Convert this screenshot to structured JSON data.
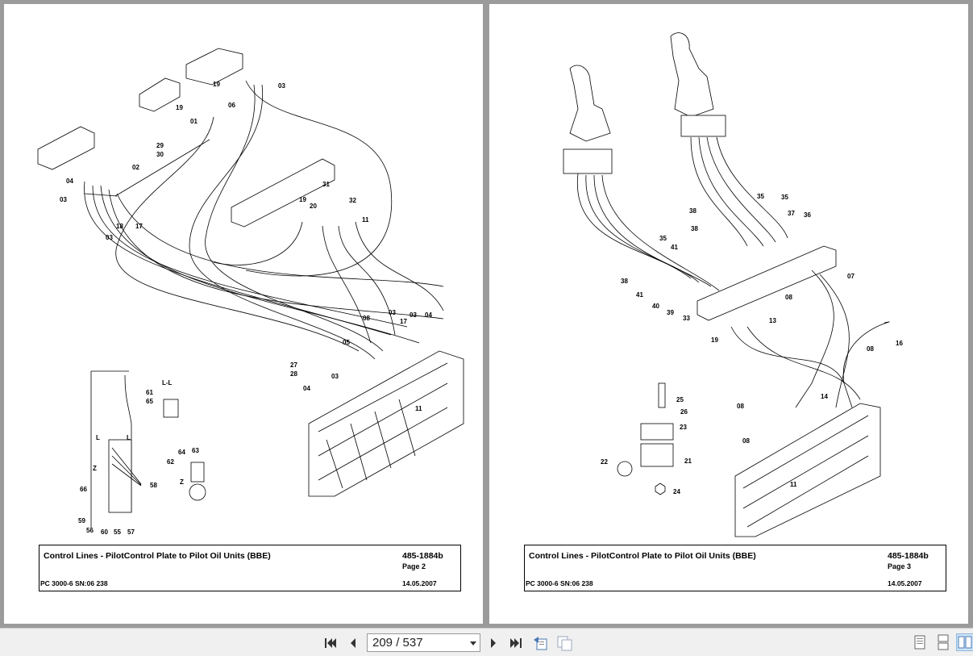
{
  "pages": [
    {
      "title": "Control Lines - PilotControl Plate to Pilot Oil Units (BBE)",
      "code": "485-1884b",
      "page_label": "Page 2",
      "machine": "PC 3000-6 SN:06 238",
      "date": "14.05.2007",
      "callouts": [
        "19",
        "03",
        "06",
        "19",
        "01",
        "29",
        "30",
        "02",
        "04",
        "03",
        "18",
        "17",
        "03",
        "31",
        "19",
        "20",
        "32",
        "11",
        "08",
        "03",
        "03",
        "17",
        "04",
        "05",
        "27",
        "28",
        "03",
        "04",
        "11",
        "L-L",
        "61",
        "65",
        "L",
        "L",
        "Z",
        "66",
        "58",
        "59",
        "56",
        "60",
        "55",
        "57",
        "64",
        "63",
        "62",
        "Z"
      ]
    },
    {
      "title": "Control Lines - PilotControl Plate to Pilot Oil Units (BBE)",
      "code": "485-1884b",
      "page_label": "Page 3",
      "machine": "PC 3000-6 SN:06 238",
      "date": "14.05.2007",
      "callouts": [
        "35",
        "35",
        "38",
        "37",
        "36",
        "38",
        "35",
        "41",
        "38",
        "41",
        "40",
        "39",
        "33",
        "07",
        "08",
        "13",
        "19",
        "08",
        "16",
        "14",
        "25",
        "26",
        "23",
        "08",
        "08",
        "22",
        "21",
        "24",
        "11"
      ]
    }
  ],
  "toolbar": {
    "page_current": "209",
    "page_separator": "/",
    "page_total": "537",
    "page_display": "209 / 537",
    "icons": [
      "first-page-icon",
      "previous-page-icon",
      "next-page-icon",
      "last-page-icon",
      "rotate-back-icon",
      "rotate-forward-icon",
      "single-page-view-icon",
      "continuous-view-icon",
      "two-page-view-icon"
    ]
  }
}
